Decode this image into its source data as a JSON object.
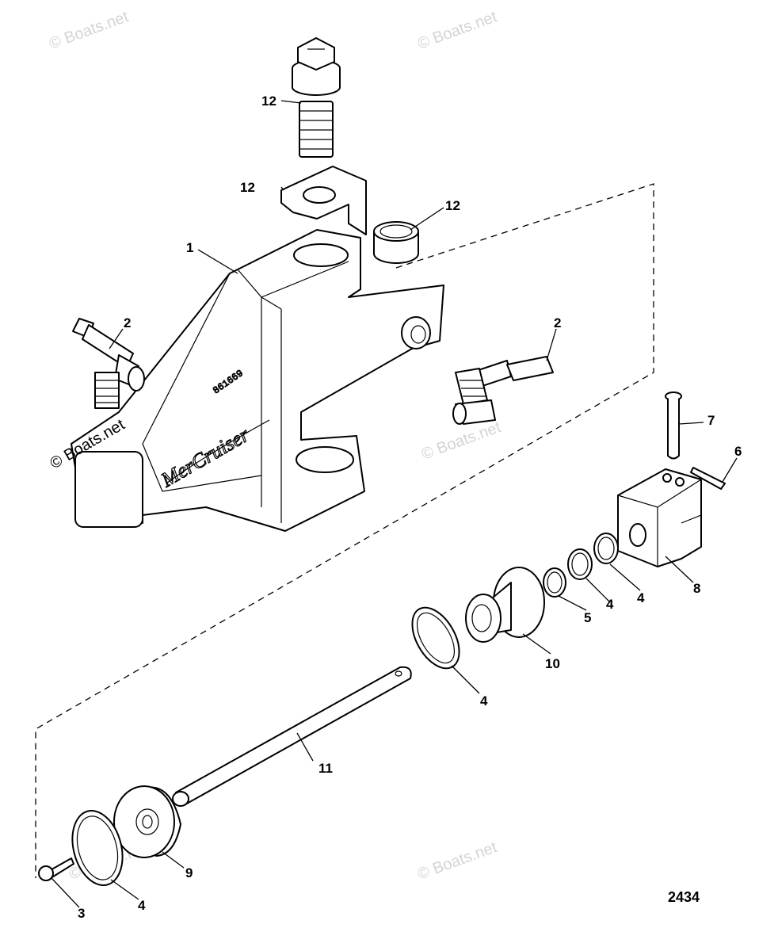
{
  "watermark": "© Boats.net",
  "figure_number": "2434",
  "callouts": {
    "c1": "1",
    "c2a": "2",
    "c2b": "2",
    "c3": "3",
    "c4a": "4",
    "c4b": "4",
    "c4c": "4",
    "c4d": "4",
    "c5": "5",
    "c6": "6",
    "c7": "7",
    "c8": "8",
    "c9": "9",
    "c10": "10",
    "c11": "11",
    "c12a": "12",
    "c12b": "12",
    "c12c": "12"
  }
}
